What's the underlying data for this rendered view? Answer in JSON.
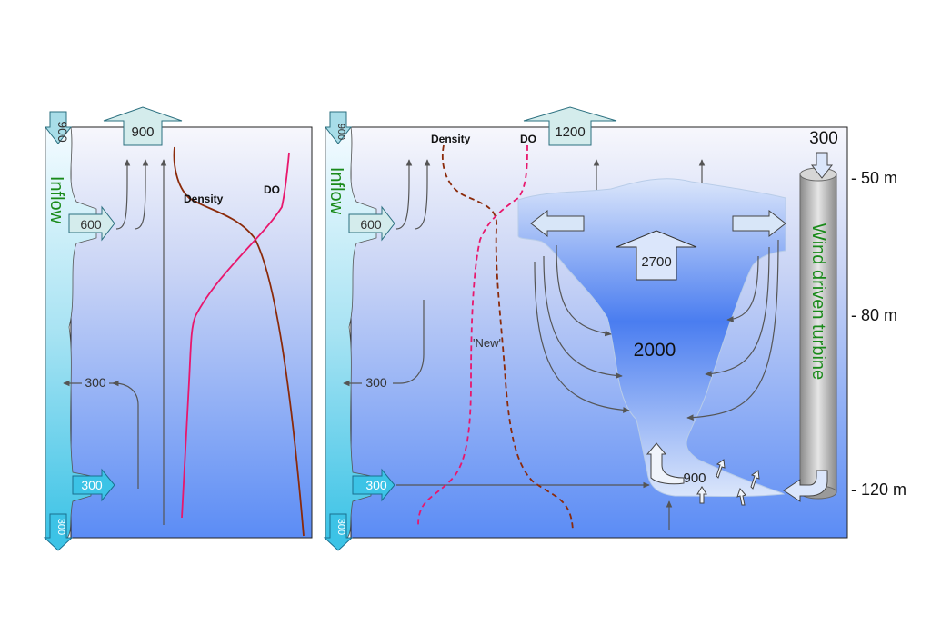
{
  "colors": {
    "water_top": "#f7f7fc",
    "water_bottom": "#5b8cf5",
    "inflow_top": "#f4fbff",
    "inflow_bottom": "#3cc3e6",
    "density_curve": "#8b2a0a",
    "do_curve": "#e8176c",
    "label_green": "#1a8a1a",
    "arrow_fill": "#d4ecec",
    "plume_light": "#d8e6fb",
    "plume_dark": "#4a7df0",
    "turbine_dark": "#8a8a8a",
    "turbine_light": "#e6e6e6"
  },
  "left_panel": {
    "inflow_label": "Inflow",
    "inflow_top_value": "900",
    "inflow_bottom_value": "300",
    "outflow_top_value": "900",
    "lateral_600": "600",
    "lateral_300_out": "300",
    "lateral_300_in": "300",
    "density_label": "Density",
    "do_label": "DO"
  },
  "right_panel": {
    "inflow_label": "Inflow",
    "inflow_top_value": "900",
    "inflow_bottom_value": "300",
    "outflow_top_value": "1200",
    "lateral_600": "600",
    "lateral_300_out": "300",
    "lateral_300_in": "300",
    "density_label": "Density",
    "do_label": "DO",
    "new_label": "'New'",
    "plume_up_value": "2700",
    "plume_mid_value": "2000",
    "plume_bottom_value": "900",
    "turbine_in_value": "300",
    "turbine_label": "Wind driven turbine"
  },
  "depth_markers": [
    "- 50 m",
    "- 80 m",
    "- 120 m"
  ]
}
